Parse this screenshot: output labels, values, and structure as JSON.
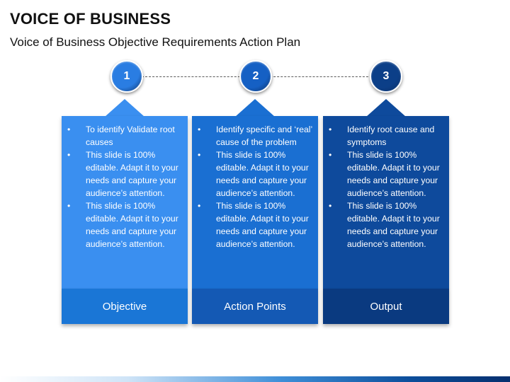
{
  "title": "VOICE OF BUSINESS",
  "subtitle": "Voice of Business Objective Requirements Action Plan",
  "steps": [
    {
      "number": "1",
      "bullets": [
        "To identify Validate root causes",
        "This slide is 100% editable. Adapt it to your needs and capture your audience’s attention.",
        "This slide is 100% editable. Adapt it to your needs and capture your audience’s attention."
      ],
      "label": "Objective"
    },
    {
      "number": "2",
      "bullets": [
        "Identify specific and ‘real’ cause of the problem",
        "This slide is 100% editable. Adapt it to your needs and capture your audience’s attention.",
        "This slide is 100% editable. Adapt it to your needs and capture your audience’s attention."
      ],
      "label": "Action Points"
    },
    {
      "number": "3",
      "bullets": [
        "Identify root cause and symptoms",
        "This slide is 100% editable. Adapt it to your needs and capture your audience’s attention.",
        "This slide is 100% editable. Adapt it to your needs and capture your audience’s attention."
      ],
      "label": "Output"
    }
  ],
  "colors": {
    "card1": "#3a8ff0",
    "card1_footer": "#1a76d6",
    "card2": "#1a6fd2",
    "card2_footer": "#1459b4",
    "card3": "#0e4a9c",
    "card3_footer": "#0a3a80",
    "circle1": "#2a7de2",
    "circle2": "#1560c4",
    "circle3": "#0c3f88"
  }
}
